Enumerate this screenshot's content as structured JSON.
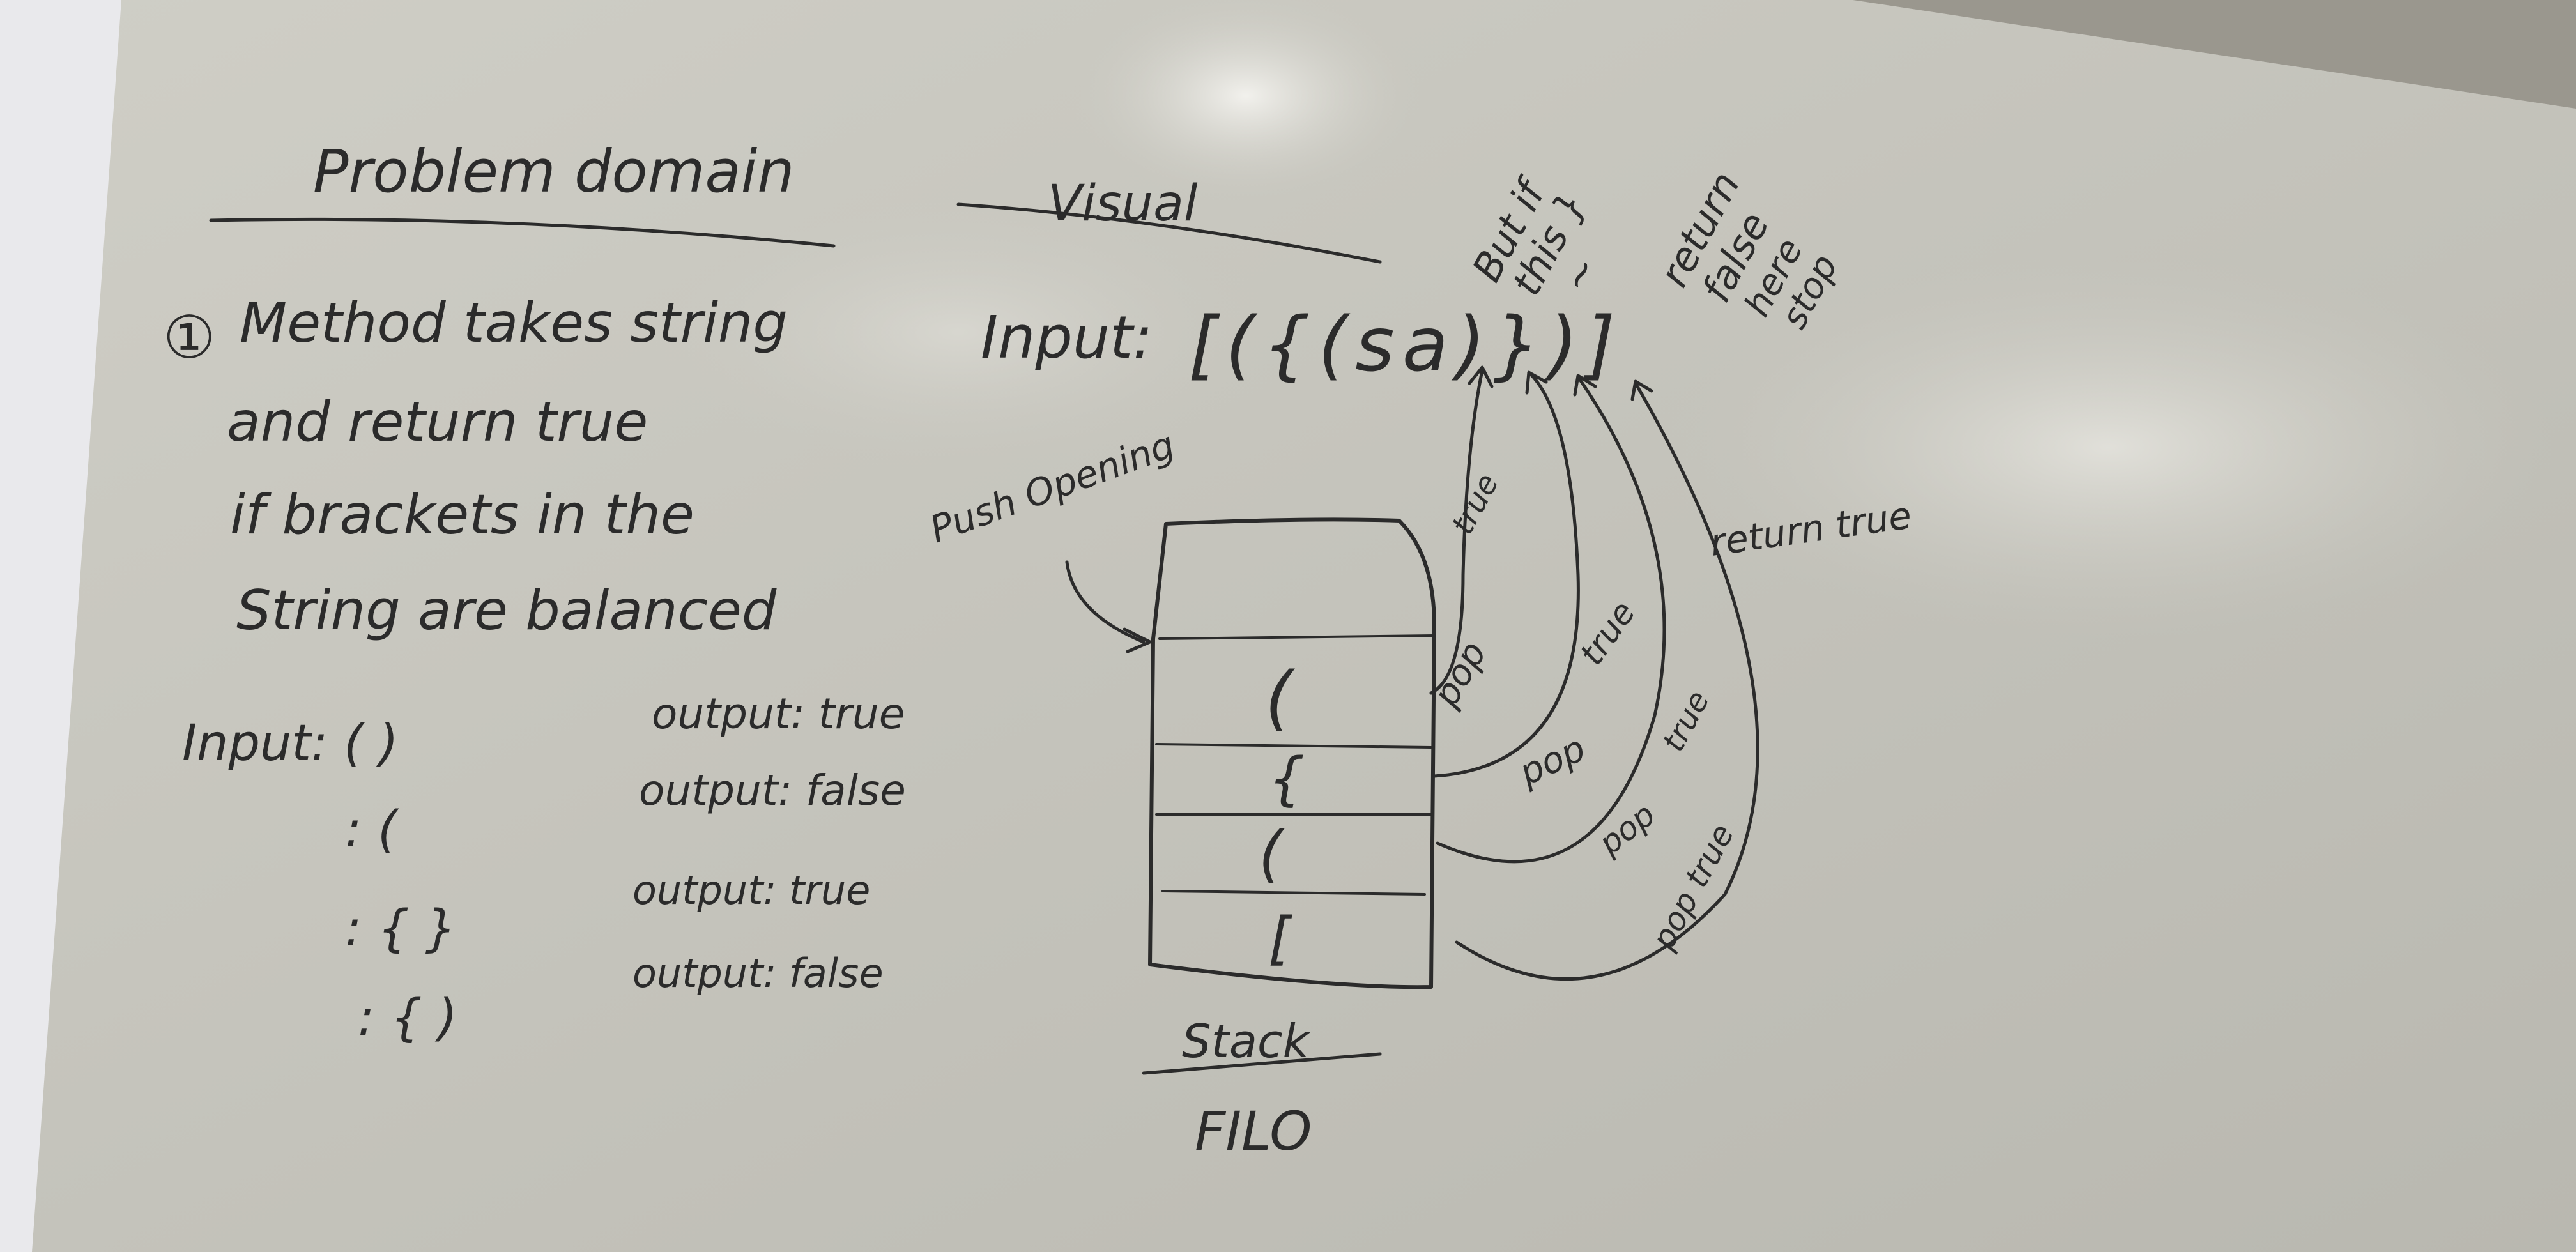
{
  "board": {
    "left_heading": "Problem domain",
    "step_number": "①",
    "description_lines": [
      "Method takes string",
      "and return true",
      "if brackets in the",
      "String are balanced"
    ],
    "examples": [
      {
        "input": "Input: ( )",
        "output": "output: true"
      },
      {
        "input": ": (",
        "output": "output: false"
      },
      {
        "input": ": { }",
        "output": "output: true"
      },
      {
        "input": ": { )",
        "output": "output: false"
      }
    ]
  },
  "visual": {
    "heading": "Visual",
    "input_label": "Input:",
    "input_string": "[({(sa)})]",
    "question_note": [
      "But if",
      "this }",
      "~"
    ],
    "return_false_note": [
      "return",
      "false",
      "here",
      "stop"
    ],
    "push_label": "Push Opening",
    "stack_items": [
      "(",
      "{",
      "(",
      "["
    ],
    "stack_caption": "Stack",
    "stack_subcaption": "FILO",
    "arrow_labels": {
      "true_1": "true",
      "pop_1": "pop",
      "pop_2": "pop",
      "true_2": "true",
      "true_3": "true",
      "pop_3": "pop",
      "pop_true_4": "pop true",
      "return_true": "return true"
    }
  },
  "colors": {
    "board": "#c9c8c0",
    "board_highlight": "#e8e7e1",
    "ink": "#2b2b2b",
    "wall_left": "#e9e9ec",
    "board_edge": "#a8a59c"
  }
}
